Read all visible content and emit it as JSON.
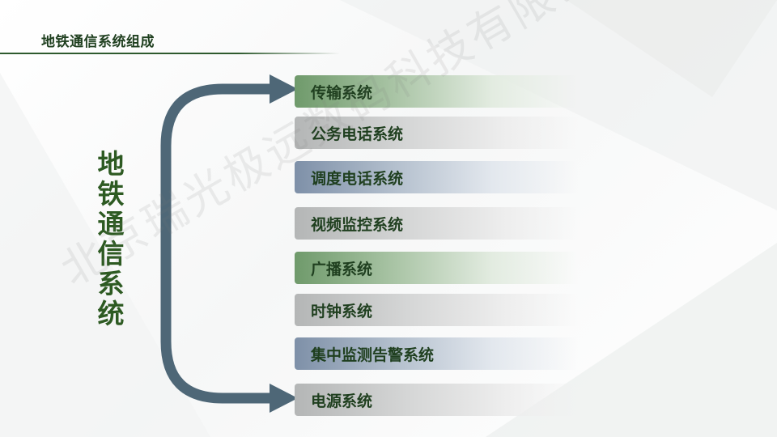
{
  "header": {
    "title": "地铁通信系统组成"
  },
  "main": {
    "vertical_title": "地\n铁\n通\n信\n系\n统",
    "items": [
      {
        "label": "传输系统"
      },
      {
        "label": "公务电话系统"
      },
      {
        "label": "调度电话系统"
      },
      {
        "label": "视频监控系统"
      },
      {
        "label": "广播系统"
      },
      {
        "label": "时钟系统"
      },
      {
        "label": "集中监测告警系统"
      },
      {
        "label": "电源系统"
      }
    ]
  },
  "watermark": {
    "text": "北京瑞光极远数码科技有限公司"
  },
  "colors": {
    "title_green": "#2d5a22",
    "bracket_blue": "#4e6777",
    "green_bar": "#6f9a6b",
    "gray_bar": "#b4b6b6",
    "blue_bar": "#7e90a8"
  }
}
